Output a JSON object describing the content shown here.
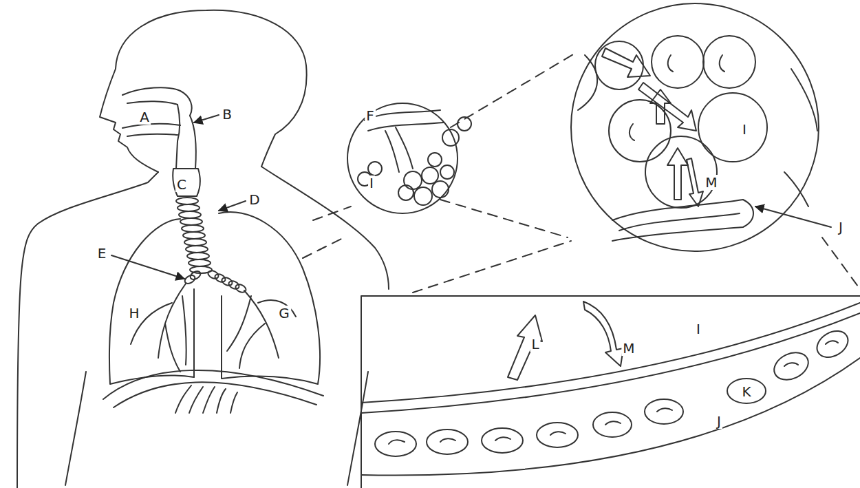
{
  "diagram": {
    "labels": [
      "A",
      "B",
      "C",
      "D",
      "E",
      "H",
      "G",
      "F",
      "I",
      "I",
      "M",
      "J",
      "L",
      "M",
      "I",
      "K",
      "J"
    ]
  }
}
